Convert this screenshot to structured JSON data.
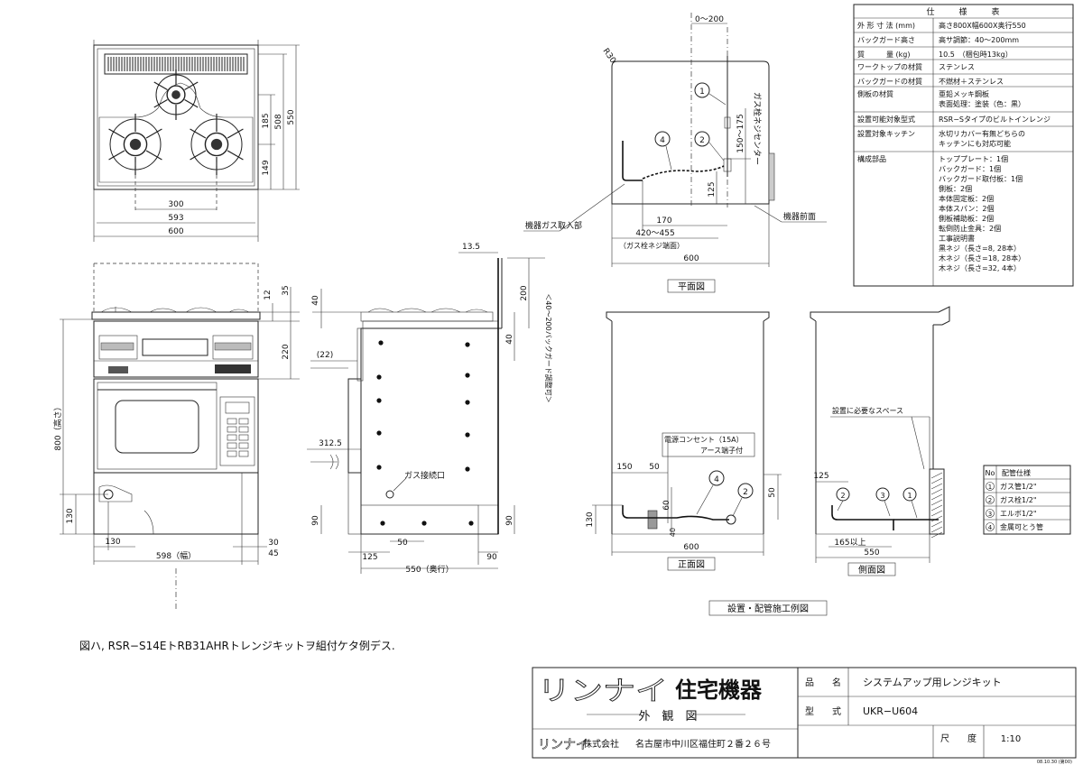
{
  "spec_table": {
    "header": "仕　　　様　　　表",
    "rows": [
      {
        "label": "外 形 寸 法 (mm)",
        "value": "高さ800X幅600X奥行550"
      },
      {
        "label": "バックガード高さ",
        "value": "高サ調節：40〜200mm"
      },
      {
        "label": "質　　　量 (kg)",
        "value": "10.5　（梱包時13kg）"
      },
      {
        "label": "ワークトップの材質",
        "value": "ステンレス"
      },
      {
        "label": "バックガードの材質",
        "value": "不燃材＋ステンレス"
      },
      {
        "label": "側板の材質",
        "value": "亜鉛メッキ鋼板\n表面処理：塗装（色：黒）"
      },
      {
        "label": "設置可能対象型式",
        "value": "RSR−Sタイプのビルトインレンジ"
      },
      {
        "label": "設置対象キッチン",
        "value": "水切リカバー有無どちらの\nキッチンにも対応可能"
      },
      {
        "label": "構成部品",
        "value": "トッププレート：1個\nバックガード：1個\nバックガード取付板：1個\n側板：2個\n本体固定板：2個\n本体スパン：2個\n側板補助板：2個\n転倒防止金具：2個\n工事説明書\n黒ネジ（長さ=8, 28本）\n木ネジ（長さ=18, 28本）\n木ネジ（長さ=32, 4本）"
      }
    ]
  },
  "top_view": {
    "dims": [
      "600",
      "593",
      "300",
      "185",
      "149",
      "508",
      "550"
    ]
  },
  "front_view": {
    "dims": [
      "12",
      "35",
      "220",
      "800（高さ）",
      "130",
      "130",
      "30",
      "45",
      "598（幅）"
    ]
  },
  "side_view": {
    "dims": [
      "13.5",
      "40",
      "200",
      "40",
      "(22)",
      "312.5",
      "90",
      "90",
      "125",
      "50",
      "90",
      "550（奥行）"
    ],
    "vertical_note": "＜40〜200バックガード調整可＞",
    "gas_label": "ガス接続口"
  },
  "plan_view": {
    "dims": [
      "0〜200",
      "R30",
      "150〜175",
      "125",
      "170",
      "420〜455",
      "（ガス栓ネジ端面）",
      "600"
    ],
    "center_label": "ガス栓ネジセンター",
    "gas_intake": "機器ガス取入部",
    "front_label": "機器前面",
    "title": "平面図"
  },
  "install_front": {
    "outlet_label": "電源コンセント（15A）",
    "ground_label": "アース端子付",
    "dims": [
      "150",
      "50",
      "60",
      "130",
      "40",
      "50",
      "600"
    ],
    "title": "正面図"
  },
  "install_side": {
    "space_label": "設置に必要なスペース",
    "dims": [
      "125",
      "165以上",
      "550"
    ],
    "title": "側面図"
  },
  "pipe_spec": {
    "header_no": "No",
    "header": "配管仕様",
    "items": [
      {
        "no": "1",
        "label": "ガス管1/2\""
      },
      {
        "no": "2",
        "label": "ガス栓1/2\""
      },
      {
        "no": "3",
        "label": "エルボ1/2\""
      },
      {
        "no": "4",
        "label": "金属可とう管"
      }
    ]
  },
  "install_caption": "設置・配管施工例図",
  "figure_caption": "図ハ, RSR−S14EトRB31AHRトレンジキットヲ組付ケタ例デス.",
  "title_block": {
    "brand": "リンナイ",
    "brand_sub": "住宅機器",
    "drawing_type": "外　観　図",
    "company_small": "リンナイ",
    "company": "株式会社",
    "address": "名古屋市中川区福住町２番２６号",
    "product_label": "品　　名",
    "product": "システムアップ用レンジキット",
    "model_label": "型　　式",
    "model": "UKR−U604",
    "scale_label": "尺　　度",
    "scale": "1:10",
    "date": "08.10.30 (第00)"
  }
}
